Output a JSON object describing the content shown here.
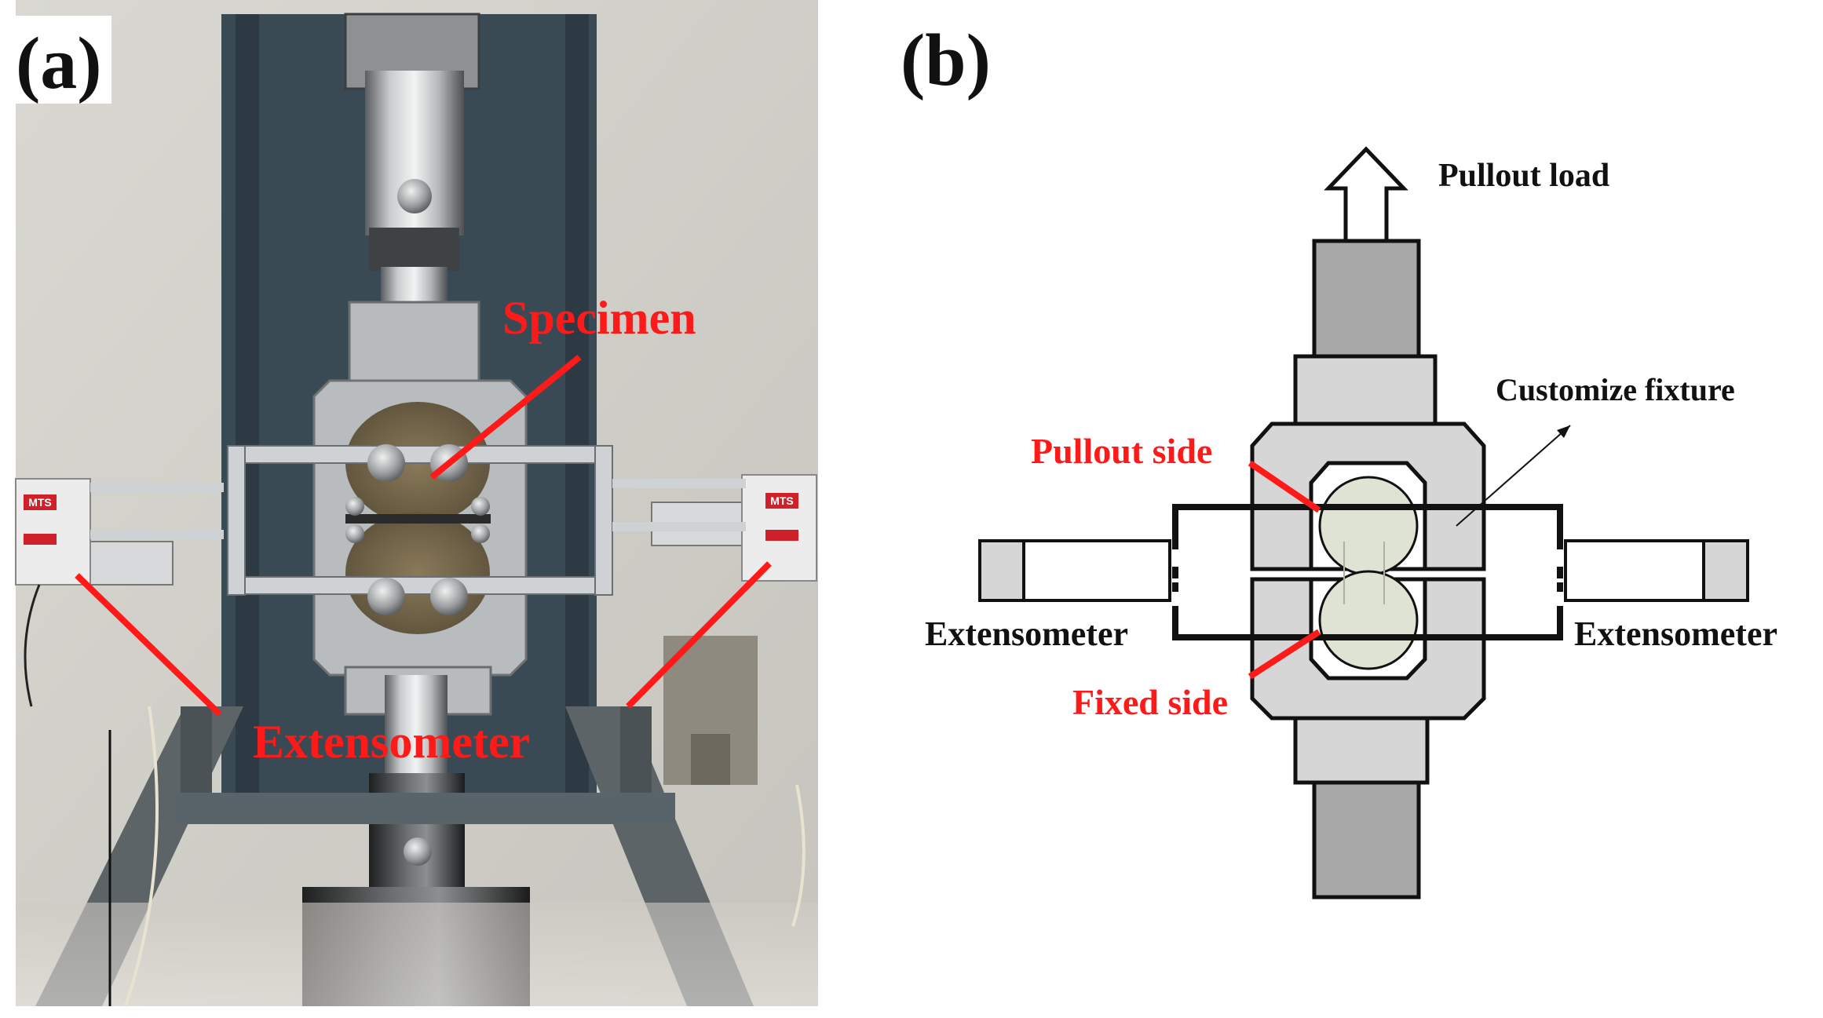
{
  "panel_a": {
    "label": "(a)",
    "annotations": {
      "specimen": "Specimen",
      "extensometer": "Extensometer",
      "left_gauge_brand": "MTS",
      "right_gauge_brand": "MTS"
    }
  },
  "panel_b": {
    "label": "(b)",
    "labels": {
      "pullout_load": "Pullout load",
      "customize_fixture": "Customize fixture",
      "pullout_side": "Pullout side",
      "fixed_side": "Fixed side",
      "extensometer_left": "Extensometer",
      "extensometer_right": "Extensometer"
    }
  },
  "colors": {
    "annotation_red": "#ff1a1a",
    "fixture_light_gray": "#d6d6d6",
    "rod_dark_gray": "#a8a8a8",
    "specimen_fill": "#dfe3d4",
    "outline": "#111111"
  }
}
